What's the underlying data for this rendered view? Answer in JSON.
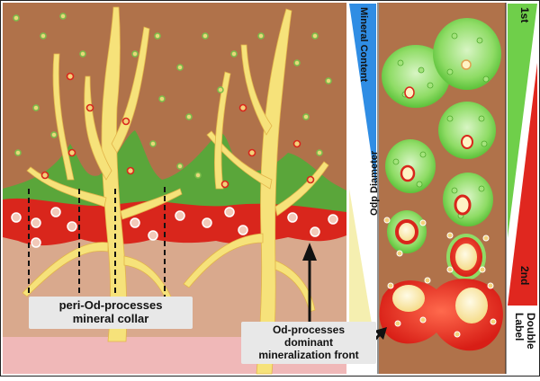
{
  "labels": {
    "mineral_content": "Mineral Content",
    "odp_diameter": "Odp Diameter",
    "first_label": "1st",
    "second_label": "2nd",
    "double_label": "Double Label",
    "collar_callout": "peri-Od-processes\nmineral collar",
    "front_callout": "Od-processes\ndominant\nmineralization front"
  },
  "colors": {
    "matrix_brown": "#b0724a",
    "predentin_tan": "#d9a98d",
    "pulp_pink": "#f0b8b8",
    "process_yellow": "#f6e27a",
    "label_green": "#6fcf4a",
    "label_red": "#e0271f",
    "bar_blue": "#2f8de4",
    "bar_cream": "#f5efb0"
  }
}
